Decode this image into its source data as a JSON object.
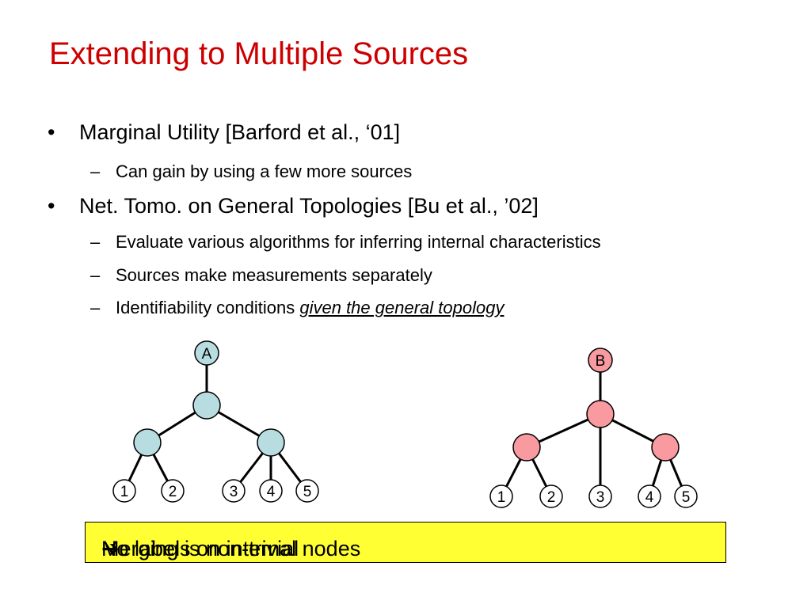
{
  "slide": {
    "title": "Extending to Multiple Sources"
  },
  "bullets": [
    {
      "marker": "•",
      "text": "Marginal Utility [Barford et al., ‘01]",
      "sub": [
        {
          "marker": "–",
          "text": "Can gain by using a few more sources"
        }
      ]
    },
    {
      "marker": "•",
      "text": "Net. Tomo. on General Topologies [Bu et al., ’02]",
      "sub": [
        {
          "marker": "–",
          "text": "Evaluate various algorithms for inferring internal characteristics"
        },
        {
          "marker": "–",
          "text": "Sources make measurements separately"
        },
        {
          "marker": "–",
          "text": "Identifiability conditions ",
          "emphasis": "given the general topology"
        }
      ]
    }
  ],
  "trees": [
    {
      "source_label": "A",
      "node_color": "#b8dde0",
      "leaf_labels": [
        "1",
        "2",
        "3",
        "4",
        "5"
      ]
    },
    {
      "source_label": "B",
      "node_color": "#f89aa0",
      "leaf_labels": [
        "1",
        "2",
        "3",
        "4",
        "5"
      ]
    }
  ],
  "note": {
    "text_before": "No labels on internal nodes ",
    "arrow": "➔",
    "text_after": " Merging is non-trivial",
    "background": "#ffff33"
  }
}
